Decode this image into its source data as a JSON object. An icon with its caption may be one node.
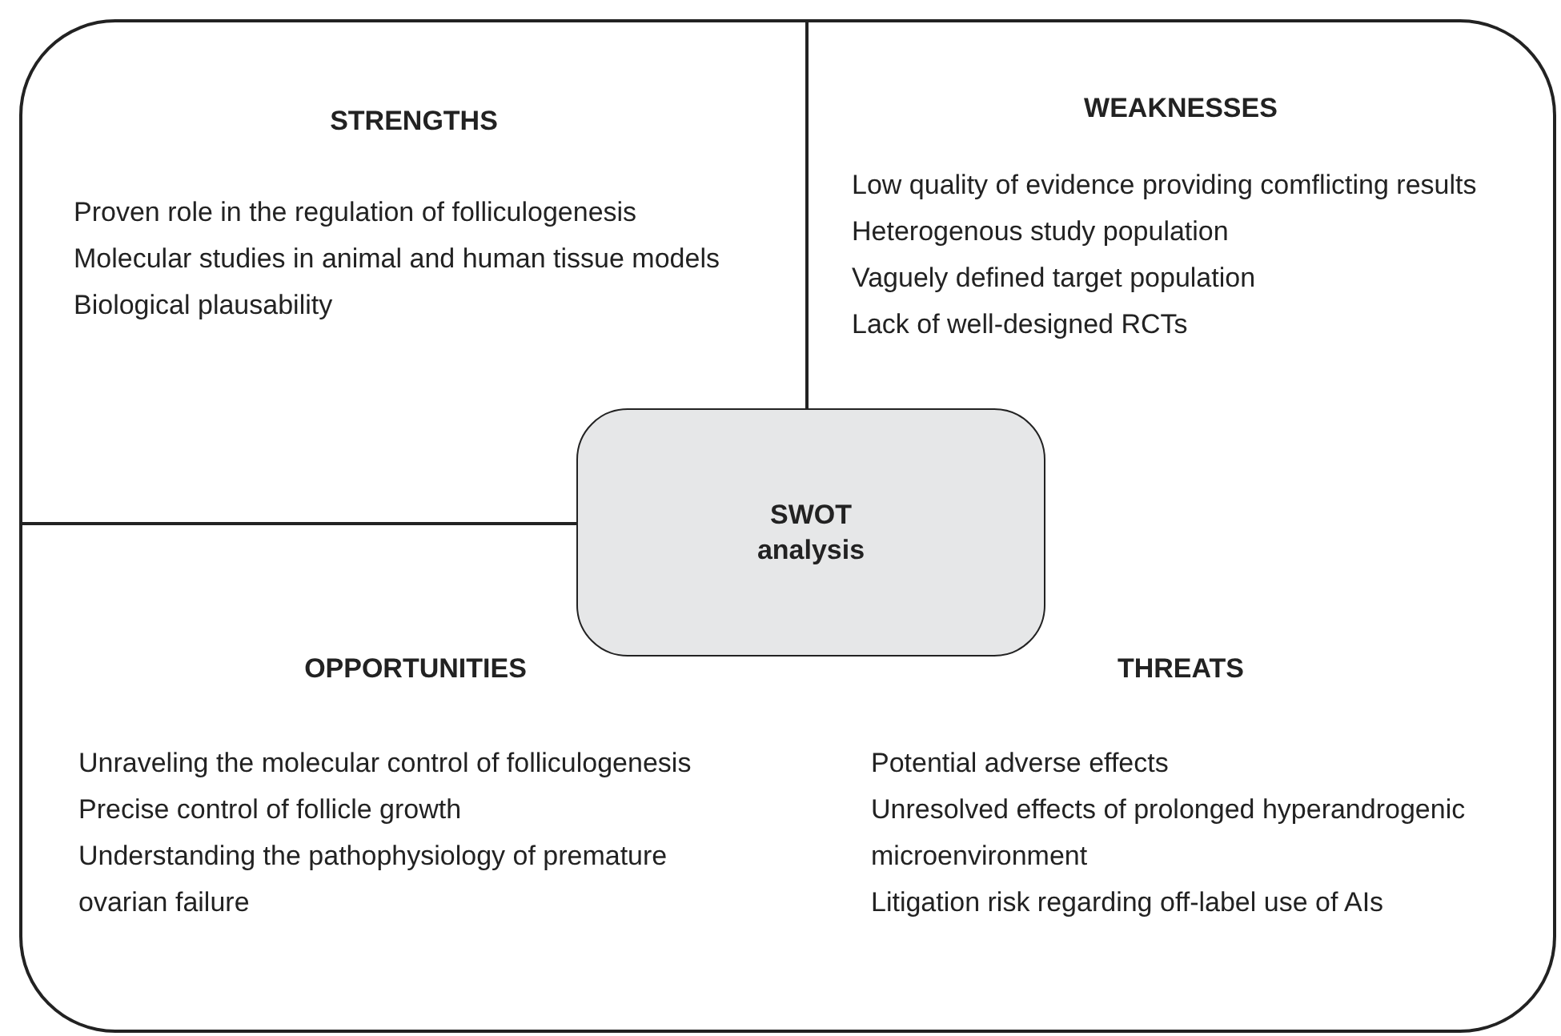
{
  "diagram": {
    "nodes": [
      {
        "text": [
          "STRENGTHS",
          "Proven role in the regulation of folliculogenesis",
          "Molecular studies in animal and human tissue models",
          "Biological plausability"
        ]
      },
      {
        "text": [
          "WEAKNESSES",
          "Low quality of evidence providing comflicting results",
          "Heterogenous study population",
          "Vaguely defined target population",
          "Lack of well-designed RCTs"
        ]
      },
      {
        "text": [
          "OPPORTUNITIES",
          "Unraveling the molecular control of folliculogenesis",
          "Precise control of follicle growth",
          "Understanding the pathophysiology of premature ovarian failure"
        ]
      },
      {
        "text": [
          "THREATS",
          "Potential adverse effects",
          "Unresolved effects of prolonged hyperandrogenic microenvironment",
          "Litigation risk regarding off-label use of AIs"
        ]
      },
      {
        "text": [
          "SWOT analysis"
        ]
      }
    ]
  }
}
